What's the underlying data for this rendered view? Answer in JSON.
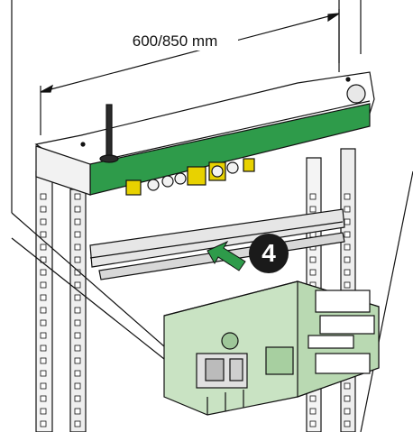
{
  "dimension": {
    "label": "600/850 mm"
  },
  "step": {
    "number": "4"
  },
  "colors": {
    "housing_green": "#2e9b4a",
    "module_green": "#c9e3c3",
    "arrow_green": "#2e9b4a",
    "line": "#111111",
    "rail": "#e6e6e6"
  },
  "icons": [
    "antenna-icon",
    "push-arrow-icon",
    "rack-hole-pattern"
  ]
}
